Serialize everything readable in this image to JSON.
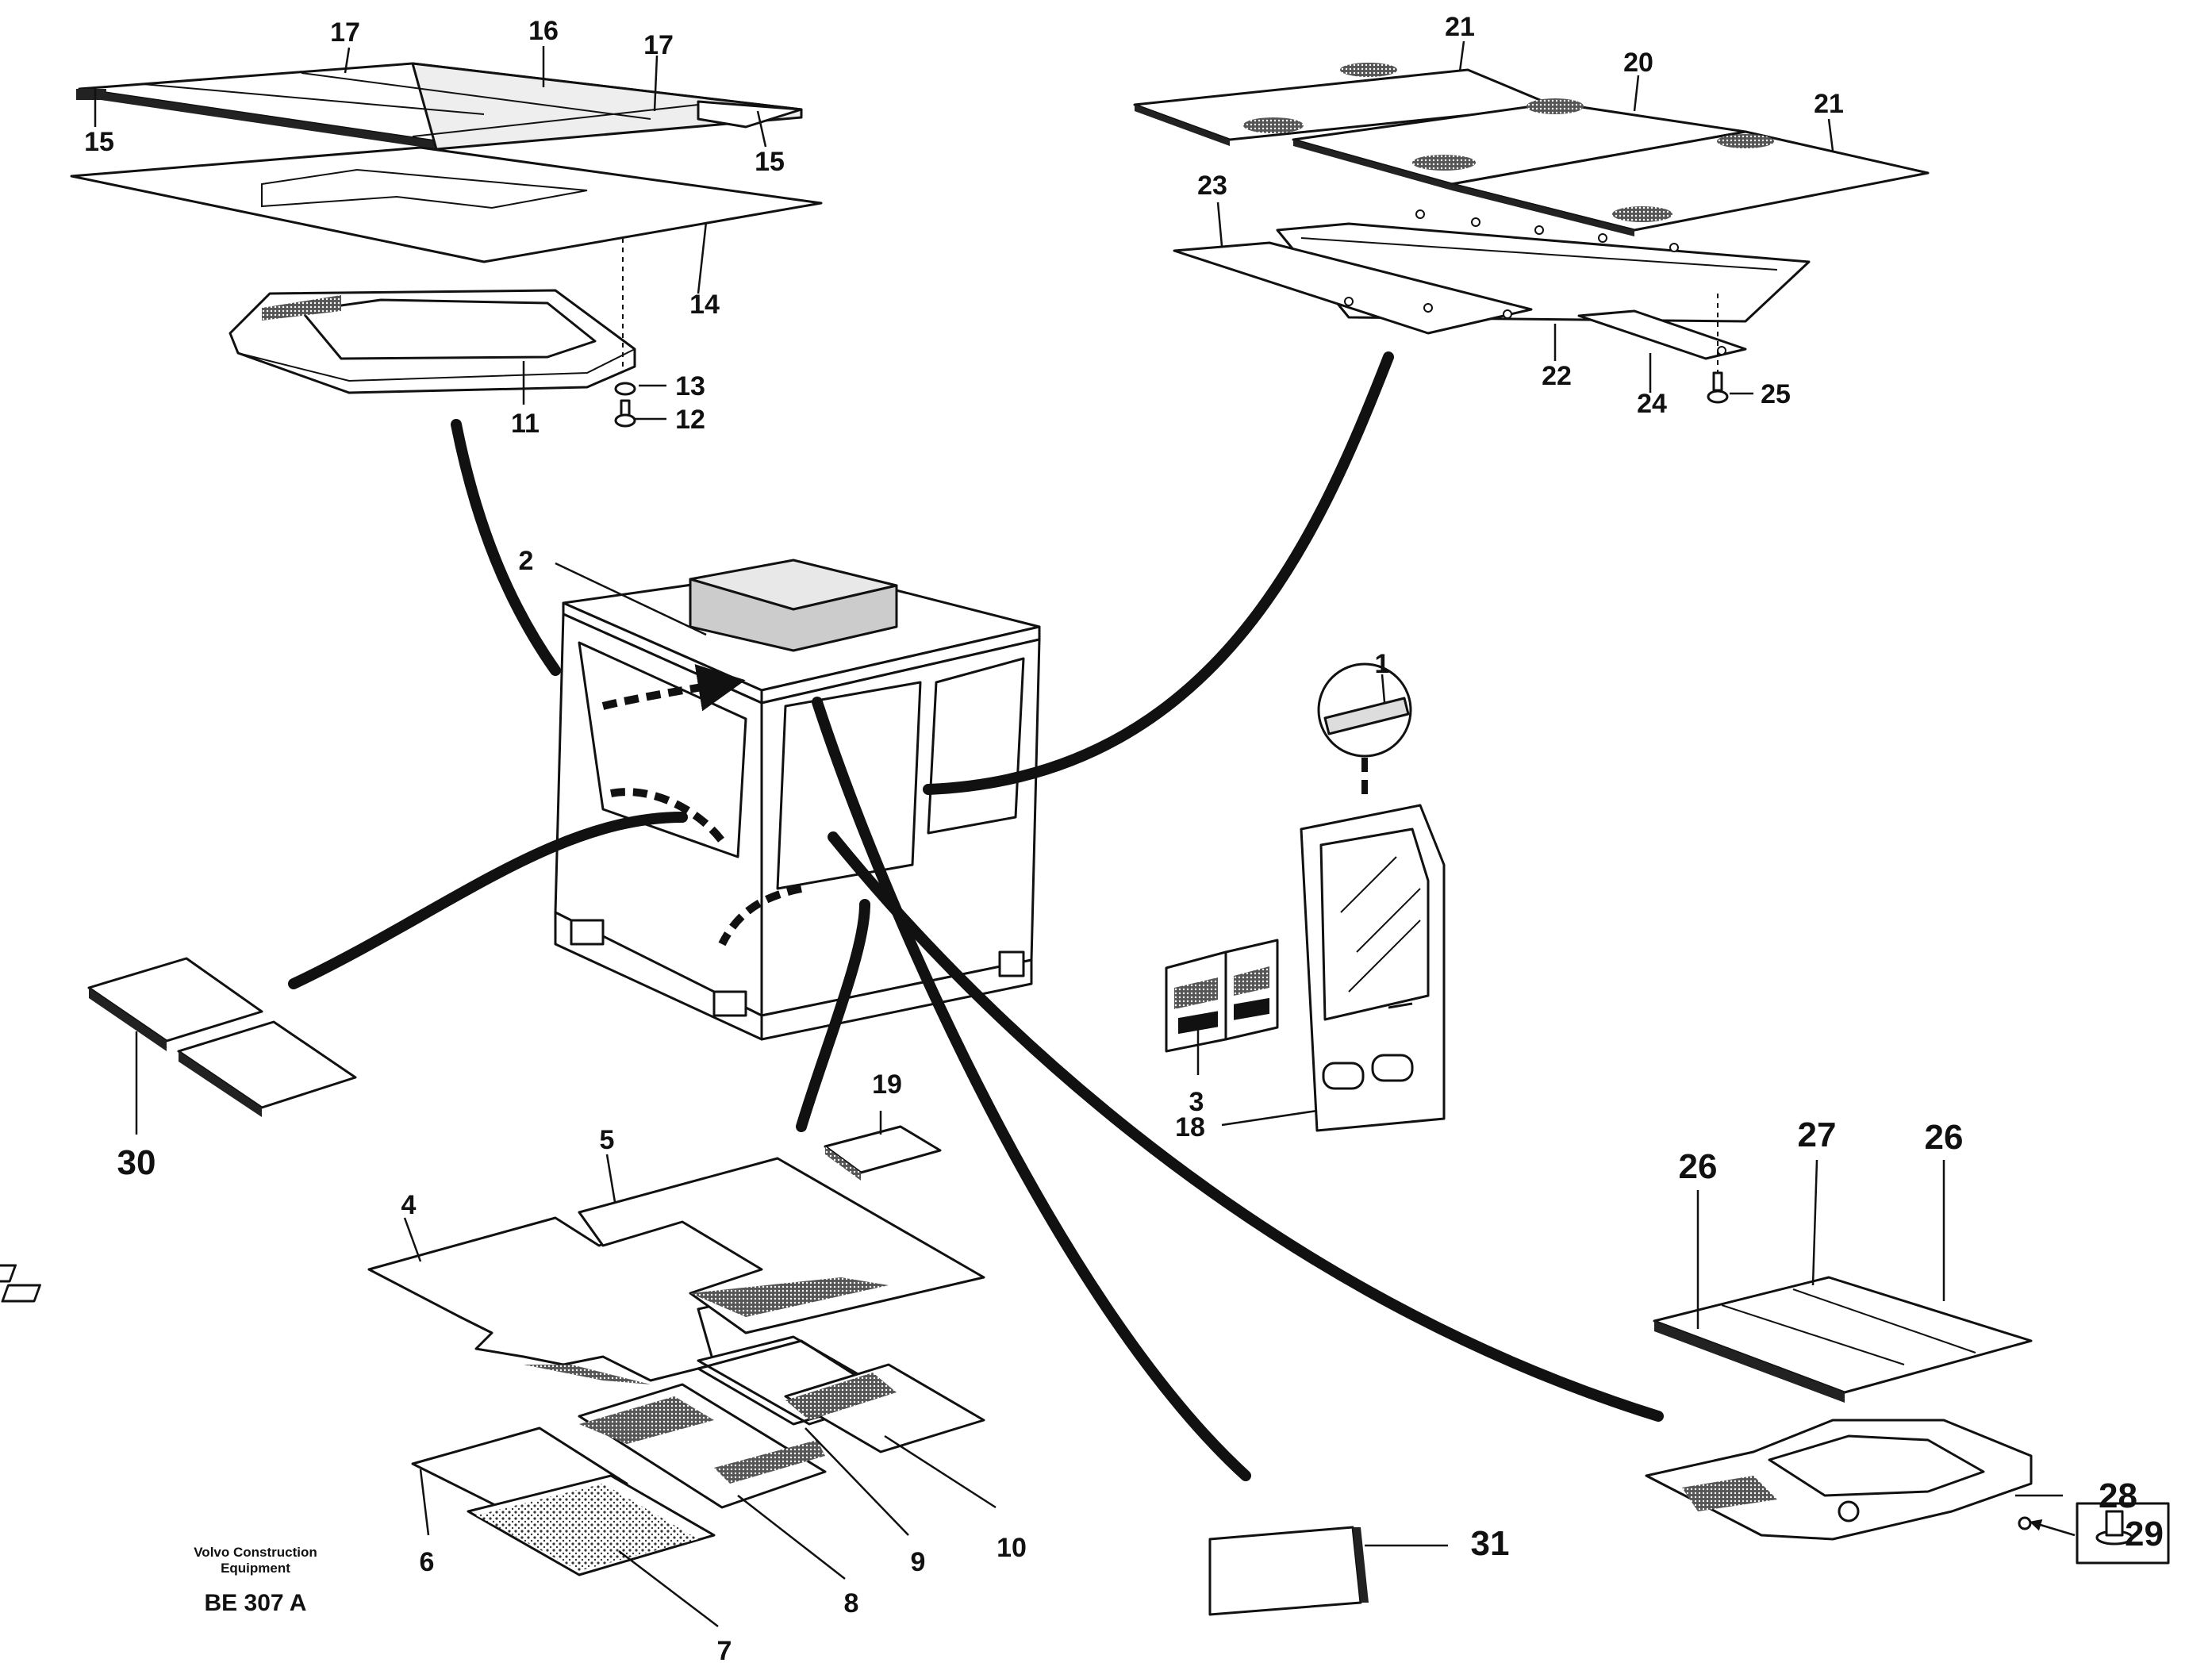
{
  "callouts": {
    "c1": "1",
    "c2": "2",
    "c3": "3",
    "c4": "4",
    "c5": "5",
    "c6": "6",
    "c7": "7",
    "c8": "8",
    "c9": "9",
    "c10": "10",
    "c11": "11",
    "c12": "12",
    "c13": "13",
    "c14": "14",
    "c15a": "15",
    "c15b": "15",
    "c16": "16",
    "c17a": "17",
    "c17b": "17",
    "c18": "18",
    "c19": "19",
    "c20": "20",
    "c21a": "21",
    "c21b": "21",
    "c22": "22",
    "c23": "23",
    "c24": "24",
    "c25": "25",
    "c26a": "26",
    "c26b": "26",
    "c27": "27",
    "c28": "28",
    "c29": "29",
    "c30": "30",
    "c31": "31"
  },
  "footer": {
    "company_line1": "Volvo Construction",
    "company_line2": "Equipment",
    "drawing_id": "BE 307 A"
  }
}
